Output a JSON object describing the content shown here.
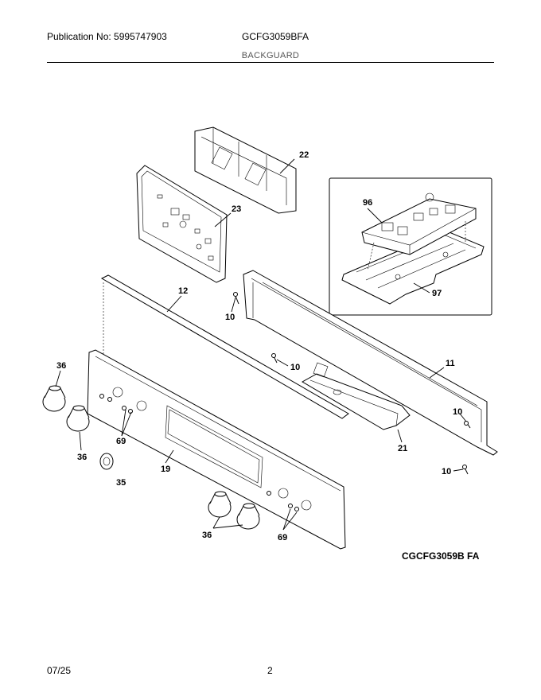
{
  "header": {
    "publication": "Publication No: 5995747903",
    "model": "GCFG3059BFA",
    "section": "BACKGUARD"
  },
  "parts": [
    {
      "id": "p22",
      "label": "22"
    },
    {
      "id": "p23",
      "label": "23"
    },
    {
      "id": "p96",
      "label": "96"
    },
    {
      "id": "p97",
      "label": "97"
    },
    {
      "id": "p12",
      "label": "12"
    },
    {
      "id": "p10a",
      "label": "10"
    },
    {
      "id": "p10b",
      "label": "10"
    },
    {
      "id": "p11",
      "label": "11"
    },
    {
      "id": "p36a",
      "label": "36"
    },
    {
      "id": "p69a",
      "label": "69"
    },
    {
      "id": "p36b",
      "label": "36"
    },
    {
      "id": "p35",
      "label": "35"
    },
    {
      "id": "p19",
      "label": "19"
    },
    {
      "id": "p21",
      "label": "21"
    },
    {
      "id": "p10c",
      "label": "10"
    },
    {
      "id": "p10d",
      "label": "10"
    },
    {
      "id": "p36c",
      "label": "36"
    },
    {
      "id": "p69b",
      "label": "69"
    }
  ],
  "figure_code": "CGCFG3059B FA",
  "footer": {
    "date": "07/25",
    "page": "2"
  }
}
